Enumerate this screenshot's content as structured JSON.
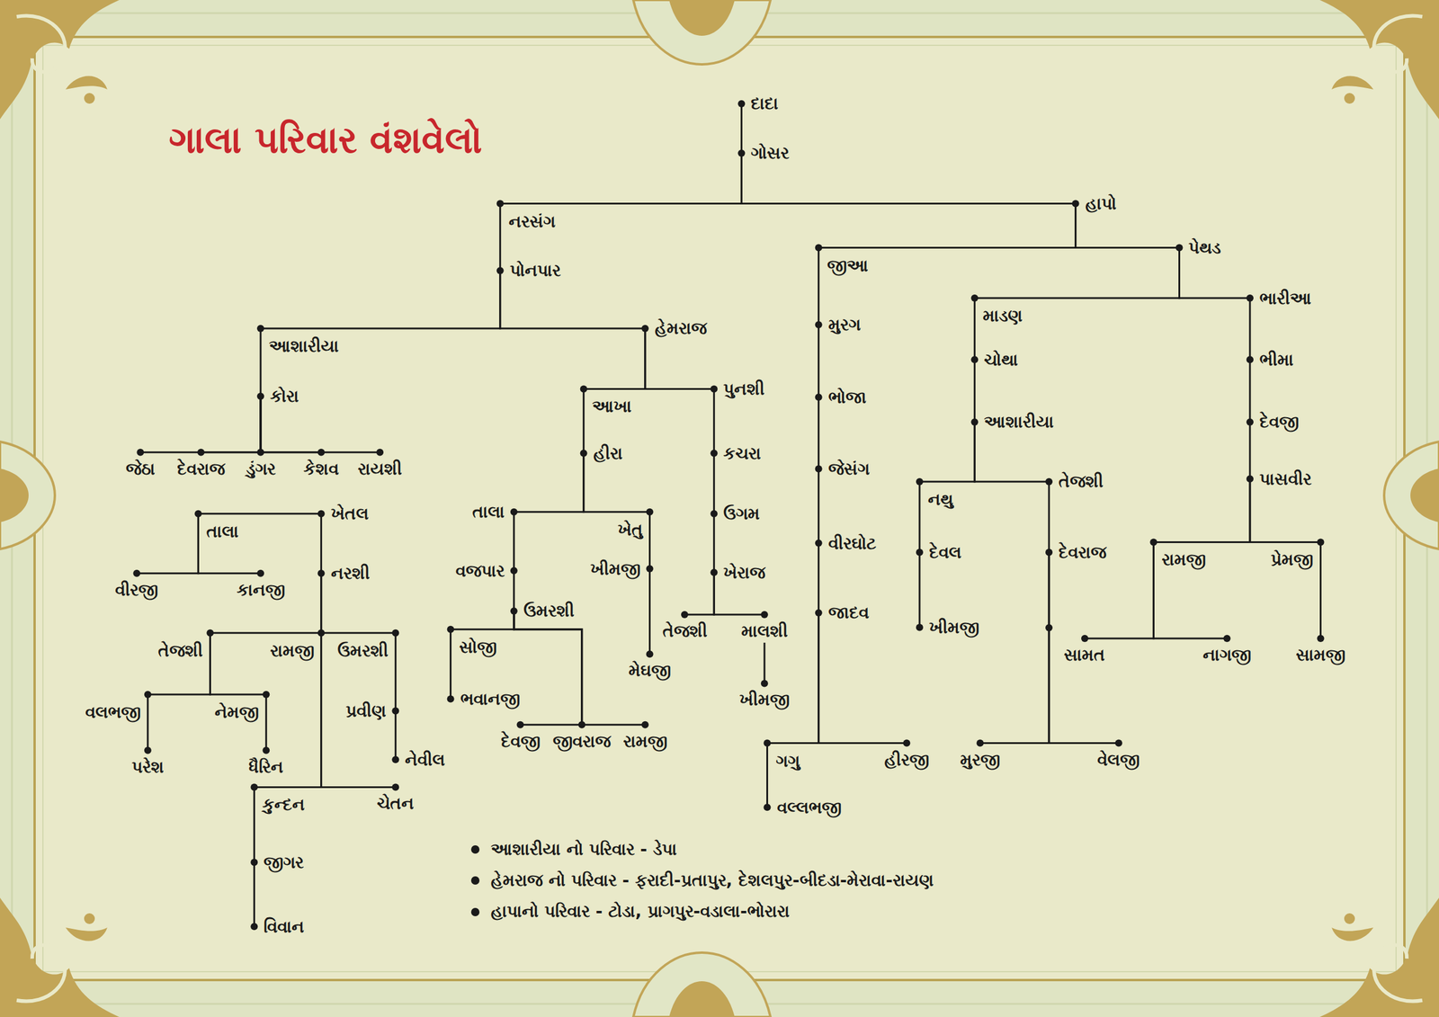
{
  "diagram": {
    "title": "ગાલા પરિવાર વંશવેલો",
    "nodes": [
      {
        "text": [
          "દાદા"
        ]
      },
      {
        "text": [
          "ગોસર"
        ]
      },
      {
        "text": [
          "નરસંગ"
        ]
      },
      {
        "text": [
          "હાપો"
        ]
      },
      {
        "text": [
          "પોનપાર"
        ]
      },
      {
        "text": [
          "આશારીયા"
        ]
      },
      {
        "text": [
          "હેમરાજ"
        ]
      },
      {
        "text": [
          "કોરા"
        ]
      },
      {
        "text": [
          "જેઠા"
        ]
      },
      {
        "text": [
          "દેવરાજ"
        ]
      },
      {
        "text": [
          "ડુંગર"
        ]
      },
      {
        "text": [
          "કેશવ"
        ]
      },
      {
        "text": [
          "રાયશી"
        ]
      },
      {
        "text": [
          "તાલા"
        ]
      },
      {
        "text": [
          "ખેતલ"
        ]
      },
      {
        "text": [
          "વીરજી"
        ]
      },
      {
        "text": [
          "કાનજી"
        ]
      },
      {
        "text": [
          "નરશી"
        ]
      },
      {
        "text": [
          "તેજશી"
        ]
      },
      {
        "text": [
          "રામજી"
        ]
      },
      {
        "text": [
          "ઉમરશી"
        ]
      },
      {
        "text": [
          "વલભજી"
        ]
      },
      {
        "text": [
          "નેમજી"
        ]
      },
      {
        "text": [
          "પરેશ"
        ]
      },
      {
        "text": [
          "ધૈરિન"
        ]
      },
      {
        "text": [
          "પ્રવીણ"
        ]
      },
      {
        "text": [
          "નેવીલ"
        ]
      },
      {
        "text": [
          "કુન્દન"
        ]
      },
      {
        "text": [
          "ચેતન"
        ]
      },
      {
        "text": [
          "જીગર"
        ]
      },
      {
        "text": [
          "વિવાન"
        ]
      },
      {
        "text": [
          "આખા"
        ]
      },
      {
        "text": [
          "પુનશી"
        ]
      },
      {
        "text": [
          "હીરા"
        ]
      },
      {
        "text": [
          "તાલા"
        ]
      },
      {
        "text": [
          "ખેતુ"
        ]
      },
      {
        "text": [
          "વજપાર"
        ]
      },
      {
        "text": [
          "ઉમરશી"
        ]
      },
      {
        "text": [
          "સોજી"
        ]
      },
      {
        "text": [
          "ભવાનજી"
        ]
      },
      {
        "text": [
          "દેવજી"
        ]
      },
      {
        "text": [
          "જીવરાજ"
        ]
      },
      {
        "text": [
          "રામજી"
        ]
      },
      {
        "text": [
          "ખીમજી"
        ]
      },
      {
        "text": [
          "મેઘજી"
        ]
      },
      {
        "text": [
          "કચરા"
        ]
      },
      {
        "text": [
          "ઉગમ"
        ]
      },
      {
        "text": [
          "ખેરાજ"
        ]
      },
      {
        "text": [
          "તેજશી"
        ]
      },
      {
        "text": [
          "માલશી"
        ]
      },
      {
        "text": [
          "ખીમજી"
        ]
      },
      {
        "text": [
          "જીઆ"
        ]
      },
      {
        "text": [
          "પેથડ"
        ]
      },
      {
        "text": [
          "મુરગ"
        ]
      },
      {
        "text": [
          "ભોજા"
        ]
      },
      {
        "text": [
          "જેસંગ"
        ]
      },
      {
        "text": [
          "વીરઘોટ"
        ]
      },
      {
        "text": [
          "જાદવ"
        ]
      },
      {
        "text": [
          "ગગુ"
        ]
      },
      {
        "text": [
          "હીરજી"
        ]
      },
      {
        "text": [
          "વલ્લભજી"
        ]
      },
      {
        "text": [
          "માડણ"
        ]
      },
      {
        "text": [
          "ભારીઆ"
        ]
      },
      {
        "text": [
          "ચોથા"
        ]
      },
      {
        "text": [
          "આશારીયા"
        ]
      },
      {
        "text": [
          "નથુ"
        ]
      },
      {
        "text": [
          "તેજશી"
        ]
      },
      {
        "text": [
          "દેવલ"
        ]
      },
      {
        "text": [
          "ખીમજી"
        ]
      },
      {
        "text": [
          "દેવરાજ"
        ]
      },
      {
        "text": [
          "મુરજી"
        ]
      },
      {
        "text": [
          "વેલજી"
        ]
      },
      {
        "text": [
          "ભીમા"
        ]
      },
      {
        "text": [
          "દેવજી"
        ]
      },
      {
        "text": [
          "પાસવીર"
        ]
      },
      {
        "text": [
          "રામજી"
        ]
      },
      {
        "text": [
          "પ્રેમજી"
        ]
      },
      {
        "text": [
          "સામત"
        ]
      },
      {
        "text": [
          "નાગજી"
        ]
      },
      {
        "text": [
          "સામજી"
        ]
      }
    ],
    "edges": [
      {
        "from": 0,
        "to": 1,
        "arrow": "none"
      },
      {
        "from": 1,
        "to": 2,
        "arrow": "none"
      },
      {
        "from": 1,
        "to": 3,
        "arrow": "none"
      },
      {
        "from": 2,
        "to": 4,
        "arrow": "none"
      },
      {
        "from": 4,
        "to": 5,
        "arrow": "none"
      },
      {
        "from": 4,
        "to": 6,
        "arrow": "none"
      },
      {
        "from": 5,
        "to": 7,
        "arrow": "none"
      },
      {
        "from": 7,
        "to": 8,
        "arrow": "none"
      },
      {
        "from": 7,
        "to": 9,
        "arrow": "none"
      },
      {
        "from": 7,
        "to": 10,
        "arrow": "none"
      },
      {
        "from": 7,
        "to": 11,
        "arrow": "none"
      },
      {
        "from": 7,
        "to": 12,
        "arrow": "none"
      },
      {
        "from": 13,
        "to": 14,
        "arrow": "none"
      },
      {
        "from": 13,
        "to": 15,
        "arrow": "none"
      },
      {
        "from": 13,
        "to": 16,
        "arrow": "none"
      },
      {
        "from": 14,
        "to": 17,
        "arrow": "none"
      },
      {
        "from": 17,
        "to": 18,
        "arrow": "none"
      },
      {
        "from": 17,
        "to": 19,
        "arrow": "none"
      },
      {
        "from": 17,
        "to": 20,
        "arrow": "none"
      },
      {
        "from": 18,
        "to": 21,
        "arrow": "none"
      },
      {
        "from": 18,
        "to": 22,
        "arrow": "none"
      },
      {
        "from": 21,
        "to": 23,
        "arrow": "none"
      },
      {
        "from": 22,
        "to": 24,
        "arrow": "none"
      },
      {
        "from": 19,
        "to": 27,
        "arrow": "none"
      },
      {
        "from": 19,
        "to": 28,
        "arrow": "none"
      },
      {
        "from": 20,
        "to": 25,
        "arrow": "none"
      },
      {
        "from": 25,
        "to": 26,
        "arrow": "none"
      },
      {
        "from": 27,
        "to": 29,
        "arrow": "none"
      },
      {
        "from": 29,
        "to": 30,
        "arrow": "none"
      },
      {
        "from": 6,
        "to": 31,
        "arrow": "none"
      },
      {
        "from": 6,
        "to": 32,
        "arrow": "none"
      },
      {
        "from": 31,
        "to": 33,
        "arrow": "none"
      },
      {
        "from": 33,
        "to": 34,
        "arrow": "none"
      },
      {
        "from": 33,
        "to": 35,
        "arrow": "none"
      },
      {
        "from": 34,
        "to": 36,
        "arrow": "none"
      },
      {
        "from": 36,
        "to": 37,
        "arrow": "none"
      },
      {
        "from": 37,
        "to": 38,
        "arrow": "none"
      },
      {
        "from": 37,
        "to": 40,
        "arrow": "none"
      },
      {
        "from": 37,
        "to": 41,
        "arrow": "none"
      },
      {
        "from": 37,
        "to": 42,
        "arrow": "none"
      },
      {
        "from": 38,
        "to": 39,
        "arrow": "none"
      },
      {
        "from": 35,
        "to": 43,
        "arrow": "none"
      },
      {
        "from": 43,
        "to": 44,
        "arrow": "none"
      },
      {
        "from": 32,
        "to": 45,
        "arrow": "none"
      },
      {
        "from": 45,
        "to": 46,
        "arrow": "none"
      },
      {
        "from": 46,
        "to": 47,
        "arrow": "none"
      },
      {
        "from": 47,
        "to": 48,
        "arrow": "none"
      },
      {
        "from": 47,
        "to": 49,
        "arrow": "none"
      },
      {
        "from": 49,
        "to": 50,
        "arrow": "none"
      },
      {
        "from": 3,
        "to": 51,
        "arrow": "none"
      },
      {
        "from": 3,
        "to": 52,
        "arrow": "none"
      },
      {
        "from": 51,
        "to": 53,
        "arrow": "none"
      },
      {
        "from": 53,
        "to": 54,
        "arrow": "none"
      },
      {
        "from": 54,
        "to": 55,
        "arrow": "none"
      },
      {
        "from": 55,
        "to": 56,
        "arrow": "none"
      },
      {
        "from": 56,
        "to": 57,
        "arrow": "none"
      },
      {
        "from": 57,
        "to": 58,
        "arrow": "none"
      },
      {
        "from": 57,
        "to": 59,
        "arrow": "none"
      },
      {
        "from": 58,
        "to": 60,
        "arrow": "none"
      },
      {
        "from": 52,
        "to": 61,
        "arrow": "none"
      },
      {
        "from": 52,
        "to": 62,
        "arrow": "none"
      },
      {
        "from": 61,
        "to": 63,
        "arrow": "none"
      },
      {
        "from": 63,
        "to": 64,
        "arrow": "none"
      },
      {
        "from": 64,
        "to": 65,
        "arrow": "none"
      },
      {
        "from": 64,
        "to": 66,
        "arrow": "none"
      },
      {
        "from": 65,
        "to": 67,
        "arrow": "none"
      },
      {
        "from": 67,
        "to": 68,
        "arrow": "none"
      },
      {
        "from": 66,
        "to": 69,
        "arrow": "none"
      },
      {
        "from": 69,
        "to": 70,
        "arrow": "none"
      },
      {
        "from": 69,
        "to": 71,
        "arrow": "none"
      },
      {
        "from": 62,
        "to": 72,
        "arrow": "none"
      },
      {
        "from": 72,
        "to": 73,
        "arrow": "none"
      },
      {
        "from": 73,
        "to": 74,
        "arrow": "none"
      },
      {
        "from": 74,
        "to": 75,
        "arrow": "none"
      },
      {
        "from": 74,
        "to": 76,
        "arrow": "none"
      },
      {
        "from": 75,
        "to": 77,
        "arrow": "none"
      },
      {
        "from": 75,
        "to": 78,
        "arrow": "none"
      },
      {
        "from": 76,
        "to": 79,
        "arrow": "none"
      }
    ],
    "labels": [
      "આશારીયા નો પરિવાર - ડેપા",
      "હેમરાજ નો પરિવાર - ફરાદી-પ્રતાપુર, દેશલપુર-બીદડા-મેરાવા-રાયણ",
      "હાપાનો પરિવાર - ટોડા, પ્રાગપુર-વડાલા-ભોરારા"
    ]
  }
}
